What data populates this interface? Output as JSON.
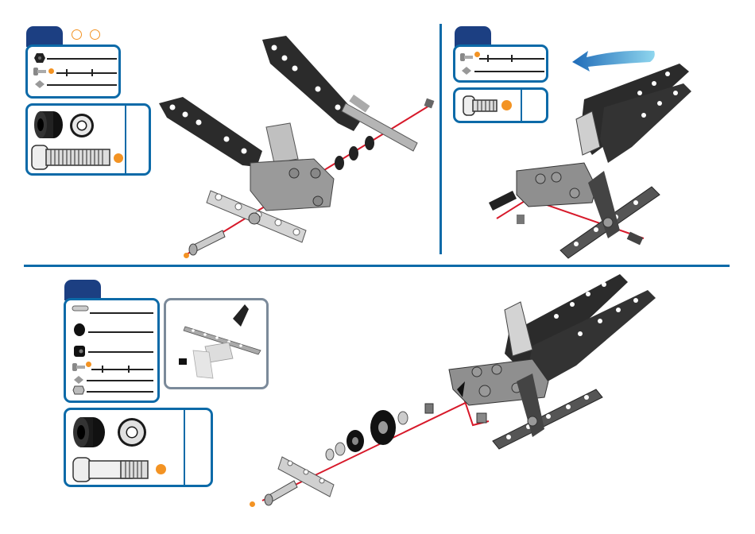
{
  "colors": {
    "blue": "#0c6aa8",
    "navy": "#1c3f82",
    "orange": "#f39323",
    "red": "#d7192a",
    "panel_gray": "#7b8a9a",
    "metal_dark": "#2b2b2b",
    "metal_light": "#b9b9b9"
  },
  "steps": [
    {
      "id": "step-top-left",
      "parts_panel": true,
      "scale_panel": true,
      "options_circles": 2,
      "has_orange_marker": true
    },
    {
      "id": "step-top-right",
      "parts_panel": true,
      "scale_panel": true,
      "rotate_arrow": true,
      "has_orange_marker": true
    },
    {
      "id": "step-bottom",
      "parts_panel": true,
      "scale_panel": true,
      "preview_panel": true,
      "has_orange_marker": true
    }
  ]
}
